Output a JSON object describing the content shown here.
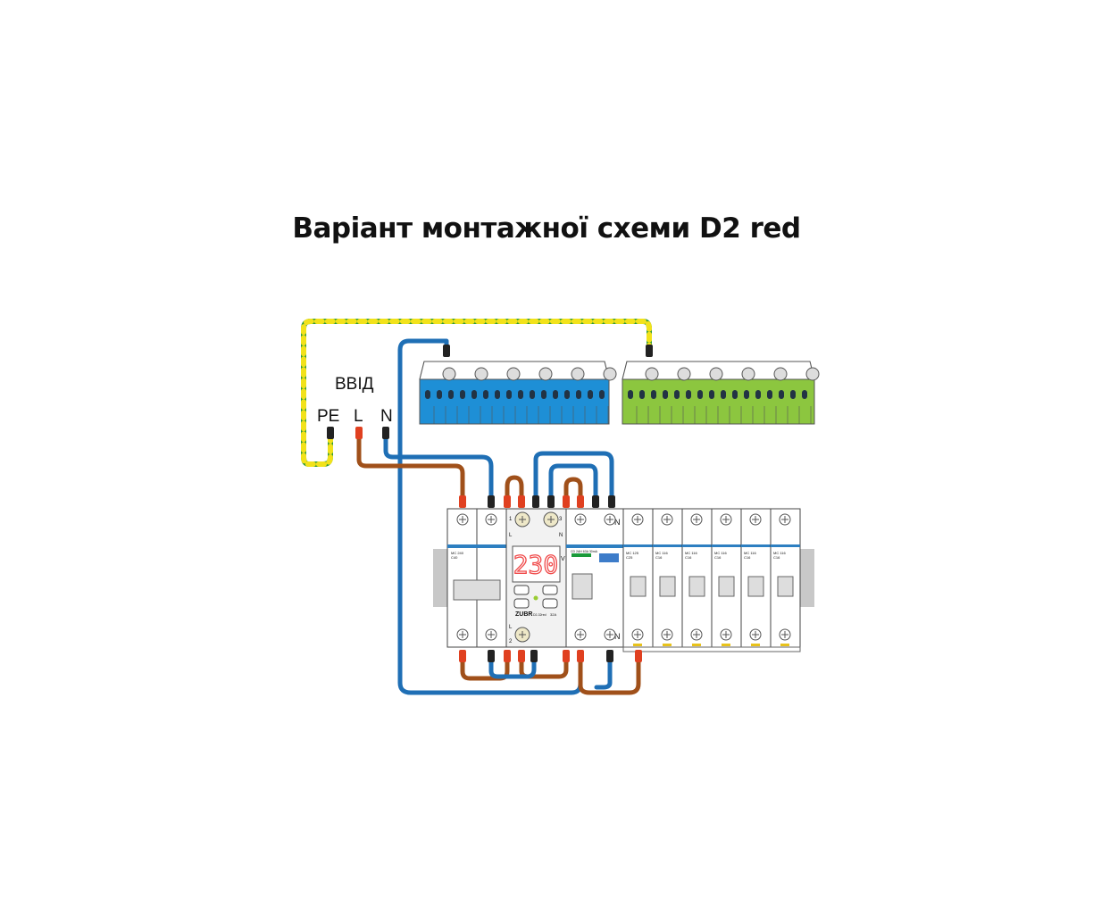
{
  "title": "Варіант монтажної схеми D2 red",
  "input": {
    "label": "ВВІД",
    "pe": "PE",
    "l": "L",
    "n": "N"
  },
  "relay": {
    "display": "230",
    "unit": "V",
    "brand": "ZUBR",
    "model": "D2-32red",
    "rating": "32A",
    "terminal_1": "1",
    "terminal_2": "2",
    "terminal_3": "3",
    "l": "L",
    "n": "N",
    "l_bottom": "L"
  },
  "breakers": [
    {
      "model": "MC 240",
      "rating": "C40"
    },
    {
      "model": "CD 2AH 63A 30mA",
      "rating": ""
    },
    {
      "model": "MC 125",
      "rating": "C25"
    },
    {
      "model": "MC 116",
      "rating": "C16"
    },
    {
      "model": "MC 116",
      "rating": "C16"
    },
    {
      "model": "MC 116",
      "rating": "C16"
    },
    {
      "model": "MC 116",
      "rating": "C16"
    },
    {
      "model": "MC 116",
      "rating": "C16"
    }
  ],
  "rcd": {
    "n_top": "N",
    "n_bottom": "N"
  },
  "colors": {
    "blue_bus": "#1e8fd6",
    "green_bus": "#8cc63f",
    "brown": "#a0501a",
    "blue_wire": "#1f6fb5",
    "pe_yellow": "#f2e21b",
    "pe_green": "#2e9a3a",
    "display": "#f04a4a"
  }
}
